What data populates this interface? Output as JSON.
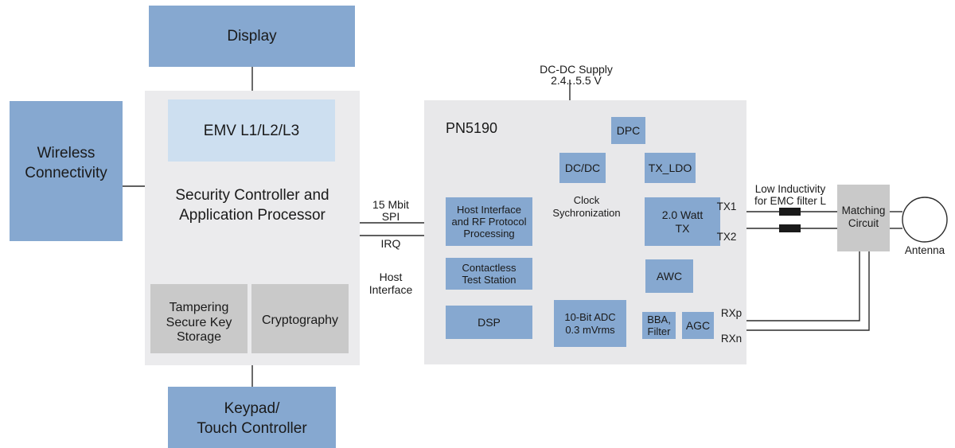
{
  "blocks": {
    "display": "Display",
    "wireless": [
      "Wireless",
      "Connectivity"
    ],
    "emv": "EMV L1/L2/L3",
    "security": [
      "Security Controller and",
      "Application Processor"
    ],
    "tampering": [
      "Tampering",
      "Secure Key",
      "Storage"
    ],
    "cryptography": "Cryptography",
    "keypad": [
      "Keypad/",
      "Touch Controller"
    ],
    "pn5190": "PN5190",
    "dpc": "DPC",
    "dcdc": "DC/DC",
    "tx_ldo": "TX_LDO",
    "host_if": [
      "Host Interface",
      "and RF Protocol",
      "Processing"
    ],
    "tx": [
      "2.0 Watt",
      "TX"
    ],
    "contactless": [
      "Contactless",
      "Test Station"
    ],
    "awc": "AWC",
    "dsp": "DSP",
    "adc": [
      "10-Bit ADC",
      "0.3 mVrms"
    ],
    "bba": [
      "BBA,",
      "Filter"
    ],
    "agc": "AGC",
    "matching": [
      "Matching",
      "Circuit"
    ]
  },
  "labels": {
    "dc_supply": [
      "DC-DC Supply",
      "2.4...5.5 V"
    ],
    "spi": [
      "15 Mbit",
      "SPI"
    ],
    "irq": "IRQ",
    "host_interface": [
      "Host",
      "Interface"
    ],
    "clock_sync": [
      "Clock",
      "Sychronization"
    ],
    "low_inductivity": [
      "Low Inductivity",
      "for EMC filter L"
    ],
    "tx1": "TX1",
    "tx2": "TX2",
    "rxp": "RXp",
    "rxn": "RXn",
    "antenna": "Antenna"
  }
}
